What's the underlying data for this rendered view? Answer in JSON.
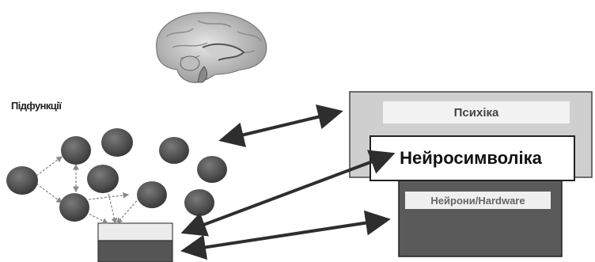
{
  "labels": {
    "subfunctions": "Підфункції",
    "psyche": "Психіка",
    "neurosymbolics": "Нейросимволіка",
    "neurons_hardware": "Нейрони/Hardware"
  },
  "colors": {
    "node": "#4a4a4a",
    "arrow": "#333333",
    "dashed_arrow": "#888888",
    "psyche_box": "#d0d0d0",
    "hardware_box": "#5a5a5a"
  }
}
